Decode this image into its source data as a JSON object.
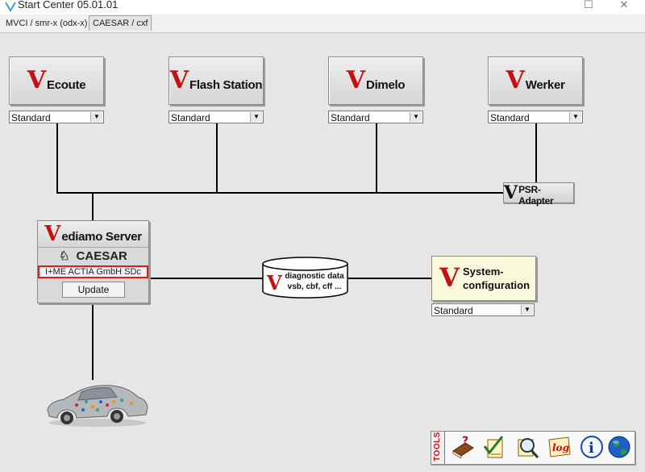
{
  "window": {
    "title": "Start Center 05.01.01"
  },
  "tabs": [
    {
      "label": "MVCI / smr-x (odx-x)"
    },
    {
      "label": "CAESAR / cxf",
      "active": true
    }
  ],
  "apps": [
    {
      "name": "Ecoute",
      "profile": "Standard"
    },
    {
      "name": "Flash Station",
      "profile": "Standard"
    },
    {
      "name": "Dimelo",
      "profile": "Standard"
    },
    {
      "name": "Werker",
      "profile": "Standard"
    }
  ],
  "brand_letter": "V",
  "psr_adapter": {
    "label": "PSR-Adapter"
  },
  "server": {
    "title_rest": "ediamo Server",
    "caesar": "CAESAR",
    "license": "I+ME ACTIA GmbH SDc",
    "update_label": "Update"
  },
  "diagnostic_data": {
    "line1": "diagnostic data",
    "line2": "vsb, cbf, cff ..."
  },
  "system_configuration": {
    "line1": "System-",
    "line2": "configuration",
    "profile": "Standard"
  },
  "tools": {
    "label": "TOOLS",
    "items": [
      "help-book-icon",
      "checklist-icon",
      "search-icon",
      "log-icon",
      "info-icon",
      "globe-icon"
    ],
    "log_text": "log",
    "info_text": "i"
  },
  "colors": {
    "brand_red": "#c41010",
    "background": "#e6e6e6",
    "sysconf_bg": "#fbf9dc",
    "license_border": "#e01c1c"
  }
}
